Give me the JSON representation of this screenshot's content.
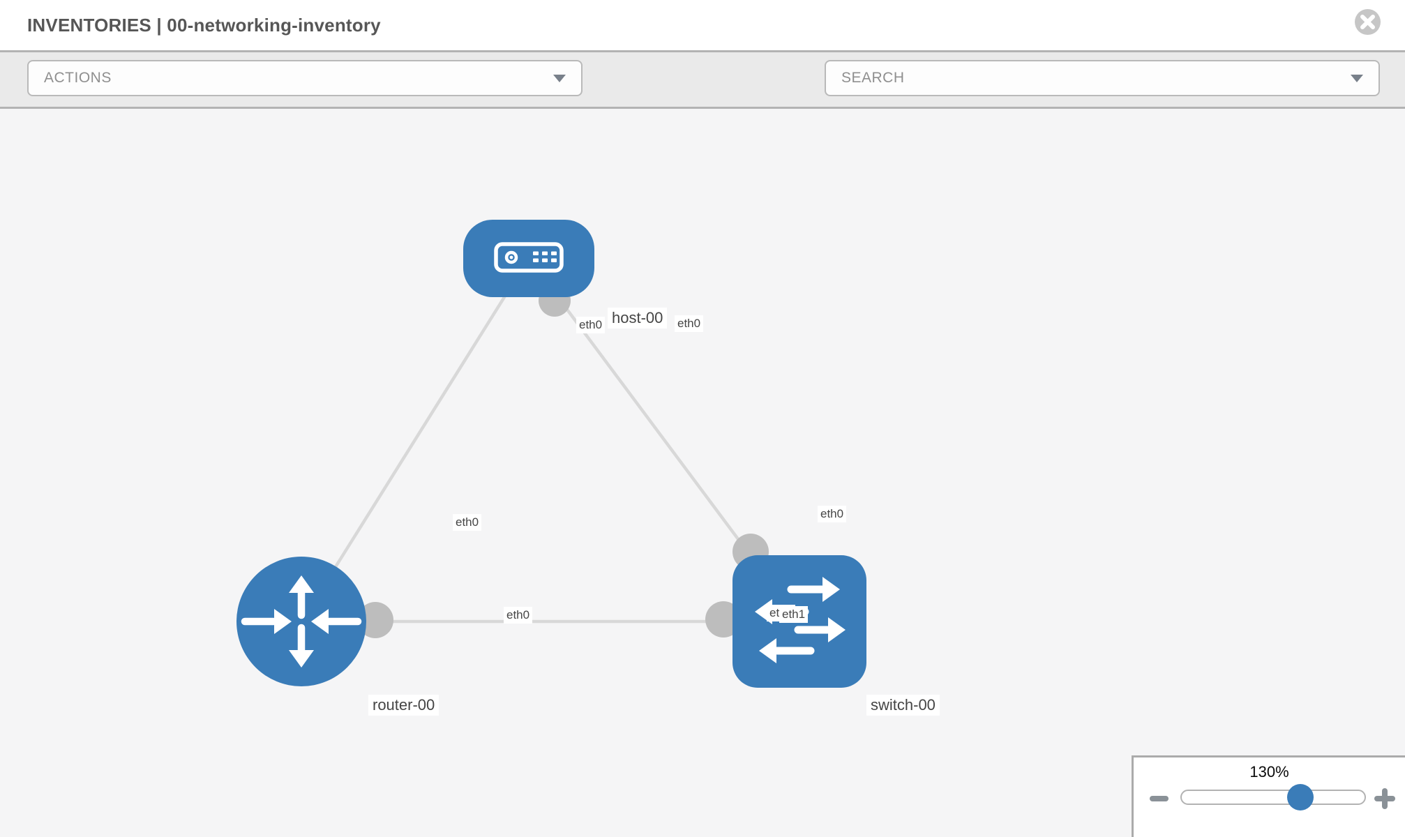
{
  "header": {
    "title": "INVENTORIES | 00-networking-inventory"
  },
  "toolbar": {
    "actions_label": "ACTIONS",
    "search_placeholder": "SEARCH",
    "icons": [
      "wrench-icon",
      "key-icon"
    ]
  },
  "canvas": {
    "nodes": [
      {
        "id": "host-00",
        "type": "host",
        "label": "host-00"
      },
      {
        "id": "router-00",
        "type": "router",
        "label": "router-00"
      },
      {
        "id": "switch-00",
        "type": "switch",
        "label": "switch-00"
      }
    ],
    "links": [
      {
        "source": "host-00",
        "source_interface": "eth0",
        "target": "router-00",
        "target_interface": "eth0"
      },
      {
        "source": "host-00",
        "source_interface": "eth0",
        "target": "switch-00",
        "target_interface": "eth0"
      },
      {
        "source": "router-00",
        "source_interface": "eth0",
        "target": "switch-00",
        "target_interface": "eth1"
      }
    ],
    "interface_labels": [
      {
        "text": "eth0",
        "at": "host-00 side of link to router-00"
      },
      {
        "text": "eth0",
        "at": "host-00 side of link to switch-00"
      },
      {
        "text": "eth0",
        "at": "router-00 side of link to host-00"
      },
      {
        "text": "eth0",
        "at": "switch-00 side of link to host-00"
      },
      {
        "text": "eth0",
        "at": "router-00 side of link to switch-00"
      },
      {
        "text": "eth0",
        "at": "switch-00 side, underneath overlapping label"
      },
      {
        "text": "eth1",
        "at": "switch-00 side of link to router-00"
      }
    ]
  },
  "zoom_control": {
    "value": "130%"
  },
  "colors": {
    "accent_blue": "#3a7cb8",
    "edge_gray": "#d8d8d8",
    "connector_gray": "#bdbdbd"
  }
}
